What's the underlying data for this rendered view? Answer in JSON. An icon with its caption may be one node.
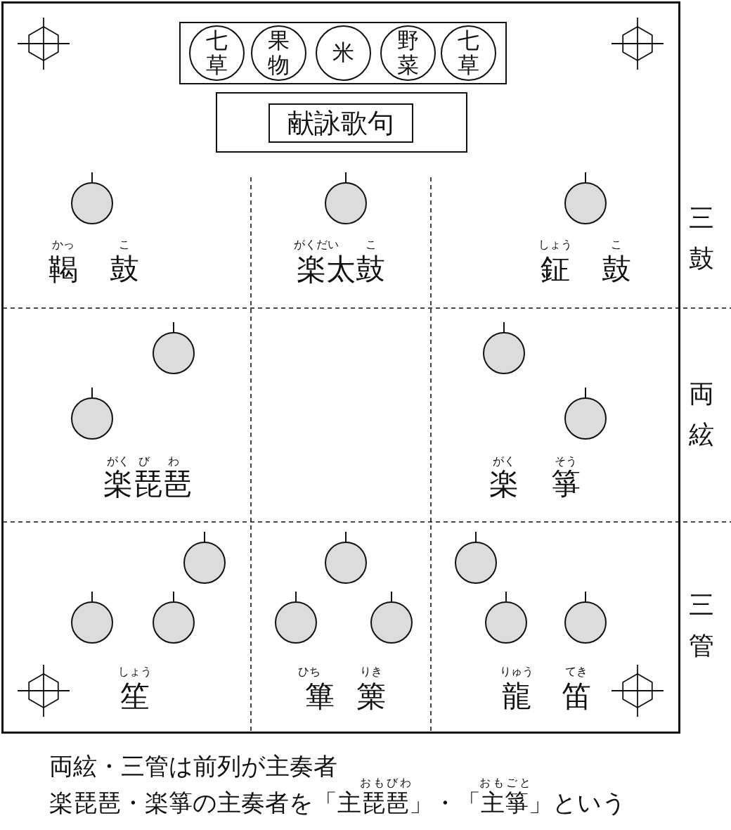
{
  "diagram": {
    "nodes": [
      {
        "text": [],
        "shape": "box"
      },
      {
        "text": [],
        "shape": "box",
        "in": 0
      },
      {
        "text": [
          "七草"
        ],
        "in": 1
      },
      {
        "text": [
          "果物"
        ],
        "in": 1
      },
      {
        "text": [
          "米"
        ],
        "in": 1
      },
      {
        "text": [
          "野菜"
        ],
        "in": 1
      },
      {
        "text": [
          "七草"
        ],
        "in": 1
      },
      {
        "text": [],
        "shape": "box",
        "in": 0
      },
      {
        "text": [
          "献詠歌句"
        ],
        "in": 7
      },
      {
        "text": [],
        "shape": "circle",
        "in": 0
      },
      {
        "text": [],
        "shape": "circle",
        "in": 0
      },
      {
        "text": [],
        "shape": "circle",
        "in": 0
      },
      {
        "text": [],
        "shape": "circle",
        "in": 0
      },
      {
        "text": [],
        "shape": "circle",
        "in": 0
      },
      {
        "text": [],
        "shape": "circle",
        "in": 0
      },
      {
        "text": [],
        "shape": "circle",
        "in": 0
      },
      {
        "text": [],
        "shape": "circle",
        "in": 0
      },
      {
        "text": [],
        "shape": "circle",
        "in": 0
      },
      {
        "text": [],
        "shape": "circle",
        "in": 0
      },
      {
        "text": [],
        "shape": "circle",
        "in": 0
      },
      {
        "text": [],
        "shape": "circle",
        "in": 0
      },
      {
        "text": [],
        "shape": "circle",
        "in": 0
      },
      {
        "text": [],
        "shape": "circle",
        "in": 0
      },
      {
        "text": [],
        "shape": "circle",
        "in": 0
      },
      {
        "text": [],
        "shape": "circle",
        "in": 0
      }
    ],
    "labels": [
      "かっ",
      "こ",
      "がくだい",
      "こ",
      "しょう",
      "こ",
      "鞨",
      "鼓",
      "楽太鼓",
      "鉦",
      "鼓",
      "三鼓",
      "がく",
      "び",
      "わ",
      "がく",
      "そう",
      "楽琵琶",
      "楽",
      "箏",
      "両絃",
      "しょう",
      "ひち",
      "りき",
      "りゅう",
      "てき",
      "笙",
      "篳",
      "篥",
      "龍",
      "笛",
      "三管",
      "両絃・三管は前列が主奏者",
      "おもびわ",
      "おもごと",
      "楽琵琶・楽箏の主奏者を「主琵琶」・「主箏」という"
    ]
  }
}
